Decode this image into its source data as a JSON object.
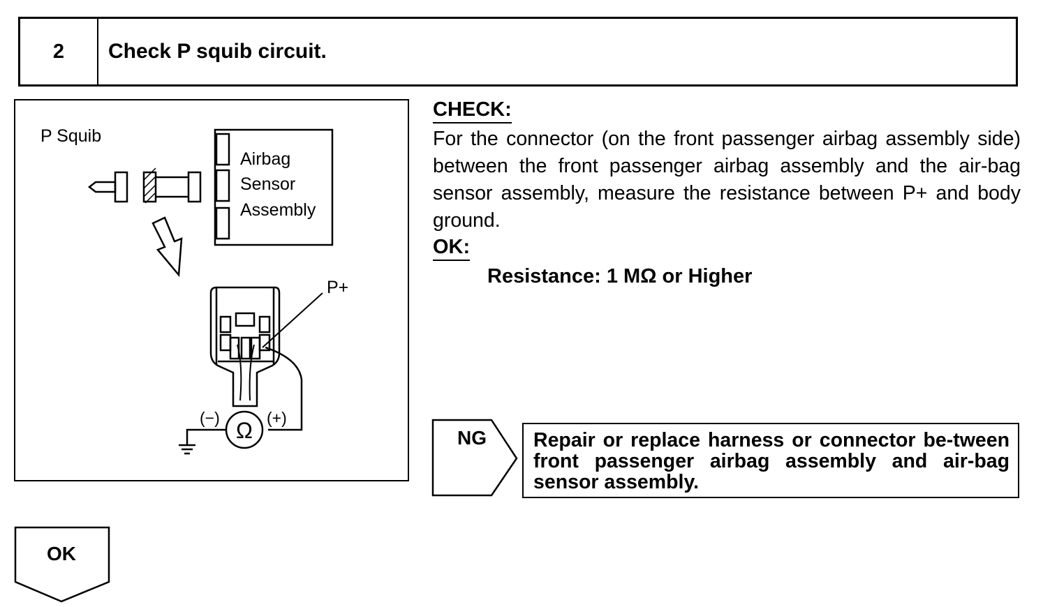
{
  "step": {
    "number": "2",
    "title": "Check P squib circuit."
  },
  "figure": {
    "squib_label": "P Squib",
    "sensor_label_lines": [
      "Airbag",
      "Sensor",
      "Assembly"
    ],
    "terminal_label": "P+",
    "meter_negative": "(−)",
    "meter_positive": "(+)",
    "meter_symbol": "Ω"
  },
  "check": {
    "heading": "CHECK:",
    "body": "For the connector (on the front passenger airbag assembly side) between the front passenger airbag assembly and the air-bag sensor assembly, measure the resistance between P+ and body ground."
  },
  "ok": {
    "heading": "OK:",
    "spec": "Resistance: 1 MΩ or Higher"
  },
  "ng": {
    "label": "NG",
    "action": "Repair or replace harness or connector be-tween front passenger airbag assembly and air-bag sensor assembly."
  },
  "ok_flow": {
    "label": "OK"
  }
}
